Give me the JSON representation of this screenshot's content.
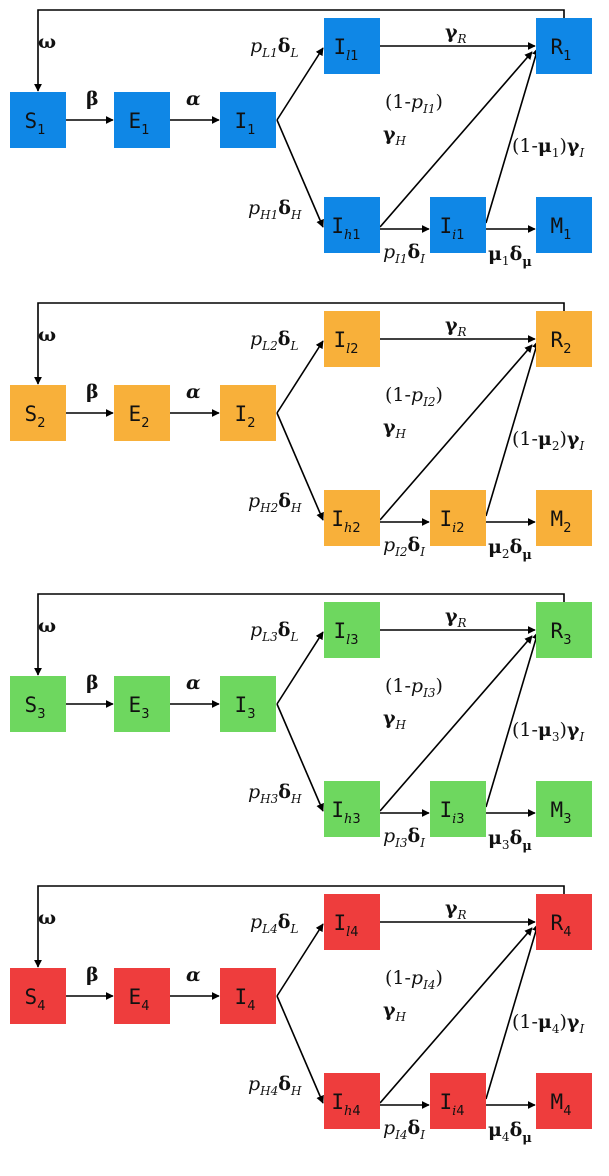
{
  "panels": [
    {
      "index": "1",
      "color": "#0f87e6"
    },
    {
      "index": "2",
      "color": "#f8b03a"
    },
    {
      "index": "3",
      "color": "#6ed75f"
    },
    {
      "index": "4",
      "color": "#ee3d3d"
    }
  ],
  "nodes": {
    "S": {
      "letter": "S"
    },
    "E": {
      "letter": "E"
    },
    "I": {
      "letter": "I"
    },
    "Il": {
      "letter": "I",
      "sub_prefix": "l"
    },
    "Ih": {
      "letter": "I",
      "sub_prefix": "h"
    },
    "Ii": {
      "letter": "I",
      "sub_prefix": "i"
    },
    "R": {
      "letter": "R"
    },
    "M": {
      "letter": "M"
    }
  },
  "rates": {
    "omega": "ω",
    "beta": "β",
    "alpha": "α",
    "gamma_R": {
      "symbol": "γ",
      "sub": "R"
    },
    "pL_delta_L": {
      "p": "p",
      "p_sub": "L",
      "delta": "δ",
      "delta_sub": "L"
    },
    "pH_delta_H": {
      "p": "p",
      "p_sub": "H",
      "delta": "δ",
      "delta_sub": "H"
    },
    "one_minus_pI": {
      "open": "(1-",
      "p": "p",
      "p_sub": "I",
      "close": ")"
    },
    "gamma_H": {
      "symbol": "γ",
      "sub": "H"
    },
    "pI_delta_I": {
      "p": "p",
      "p_sub": "I",
      "delta": "δ",
      "delta_sub": "I"
    },
    "one_minus_mu_gamma_I": {
      "open": "(1-",
      "mu": "μ",
      "close": ")",
      "gamma": "γ",
      "sub": "I"
    },
    "mu_delta_mu": {
      "mu": "μ",
      "delta": "δ",
      "delta_sub": "μ"
    }
  }
}
